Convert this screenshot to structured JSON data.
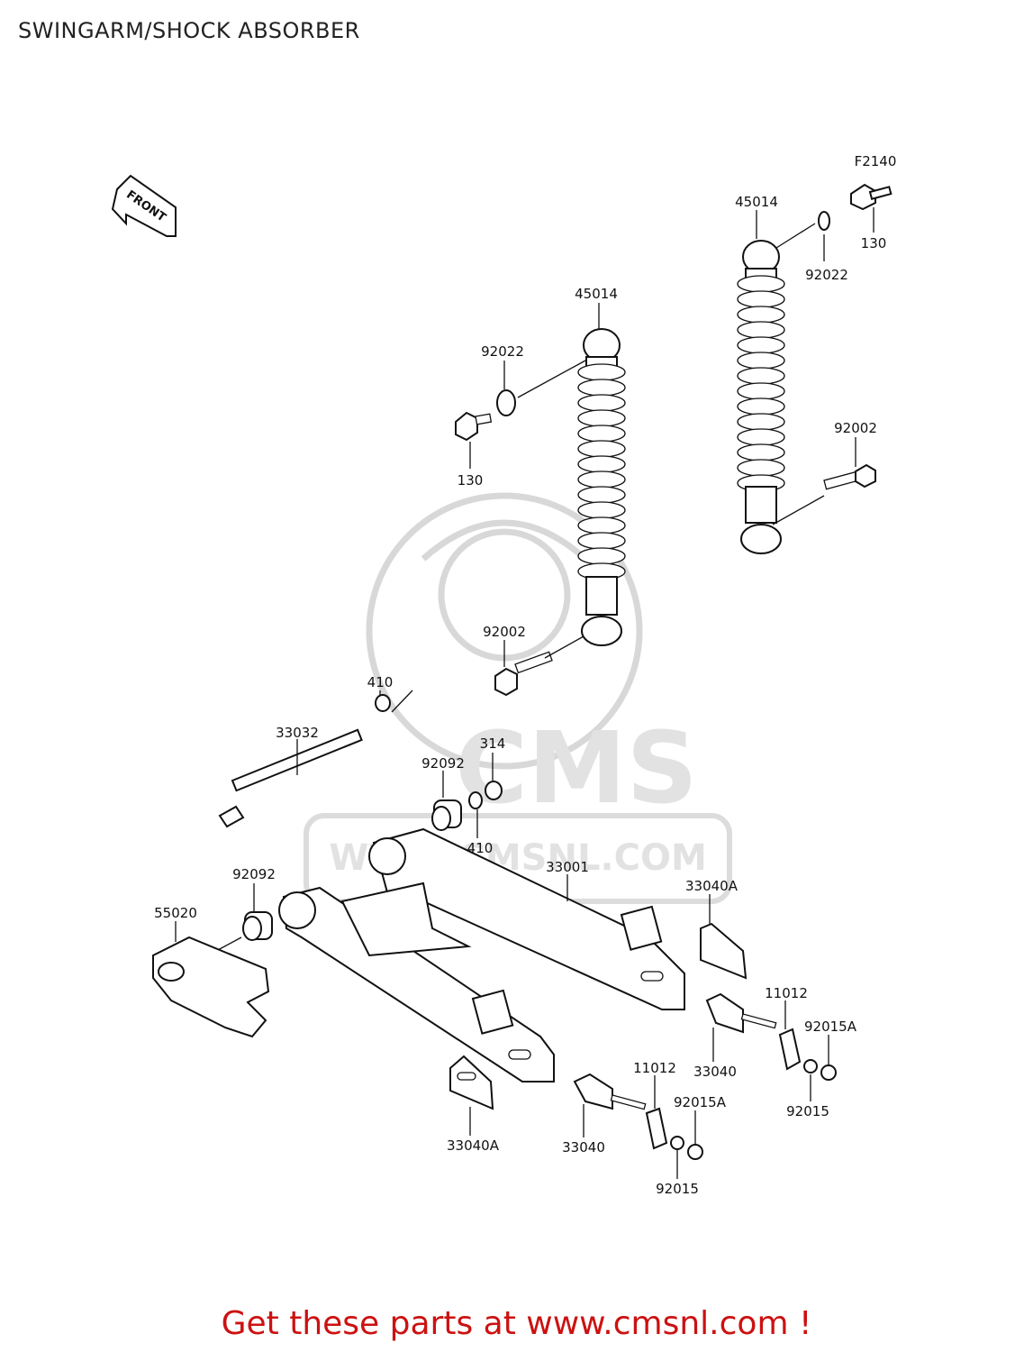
{
  "page": {
    "title": "SWINGARM/SHOCK ABSORBER",
    "figure_code": "F2140",
    "front_marker": "FRONT",
    "cta": "Get these parts at www.cmsnl.com !",
    "watermark": {
      "brand": "CMS",
      "url": "WWW.CMSNL.COM"
    }
  },
  "parts": {
    "shock_right": "45014",
    "washer_right": "92022",
    "bolt_right_top": "130",
    "bolt_right_bottom": "92002",
    "shock_left": "45014",
    "washer_left": "92022",
    "bolt_left_top": "130",
    "bolt_left_bottom": "92002",
    "nut_410_top": "410",
    "pivot_shaft": "33032",
    "collar_center": "92092",
    "nut_314": "314",
    "nut_410_bottom": "410",
    "swingarm": "33001",
    "collar_left": "92092",
    "chain_guard": "55020",
    "adjuster_plate_upper": "33040A",
    "adjuster_bolt_upper": "11012",
    "adjuster_upper": "33040",
    "nut_upper_a": "92015A",
    "nut_upper": "92015",
    "adjuster_plate_lower": "33040A",
    "adjuster_lower": "33040",
    "adjuster_bolt_lower": "11012",
    "nut_lower_a": "92015A",
    "nut_lower": "92015"
  },
  "colors": {
    "cta": "#cc1111",
    "watermark": "#d8d8d8",
    "line": "#111111"
  }
}
